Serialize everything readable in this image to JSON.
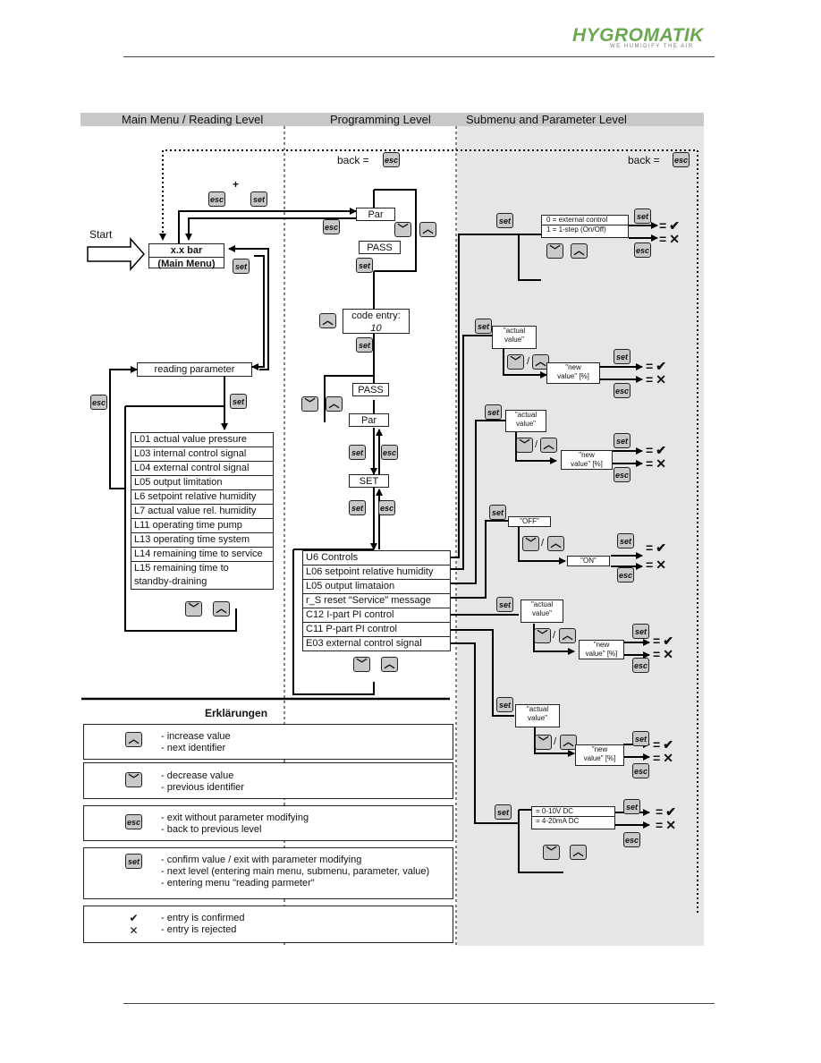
{
  "brand": {
    "name": "HYGROMATIK",
    "tagline": "WE HUMIDIFY THE AIR"
  },
  "columns": [
    "Main Menu / Reading Level",
    "Programming Level",
    "Submenu and Parameter Level"
  ],
  "buttons": {
    "esc": "esc",
    "set": "set",
    "plus": "+",
    "up": "︿",
    "down": "﹀",
    "slash": "/"
  },
  "nav": {
    "back_label": "back =",
    "start_label": "Start"
  },
  "main": {
    "bar_value": "x.x bar",
    "bar_caption": "(Main Menu)",
    "reading_parameter": "reading parameter",
    "reading_items": [
      "L01 actual value pressure",
      "L03 internal control signal",
      "L04 external control signal",
      "L05 output limitation",
      "L6 setpoint relative humidity",
      "L7 actual value rel. humidity",
      "L11 operating time pump",
      "L13 operating time system",
      "L14 remaining time to service",
      "L15 remaining time to\nstandby-draining"
    ]
  },
  "programming": {
    "par": "Par",
    "pass": "PASS",
    "code_entry": "code entry:",
    "code_value": "10",
    "set": "SET",
    "items": [
      "U6 Controls",
      "L06 setpoint relative humidity",
      "L05 output limataion",
      "r_S reset \"Service\" message",
      "C12 I-part PI control",
      "C11 P-part PI control",
      "E03 external control signal"
    ]
  },
  "submenu": {
    "u6_options": [
      "0 = external control",
      "1 = 1-step (On/Off)"
    ],
    "actual_value": "\"actual\nvalue\"",
    "new_value": "\"new\nvalue\" [%]",
    "off": "\"OFF\"",
    "on": "\"ON\"",
    "e03_options": [
      "= 0-10V DC",
      "= 4-20mA DC"
    ],
    "confirm_eq": "=",
    "check": "✔",
    "cross": "✕"
  },
  "legend": {
    "title": "Erklärungen",
    "rows": [
      {
        "icon": "up",
        "text": "- increase value\n- next identifier"
      },
      {
        "icon": "down",
        "text": "- decrease value\n- previous identifier"
      },
      {
        "icon": "esc",
        "text": "- exit without parameter modifying\n- back to previous level"
      },
      {
        "icon": "set",
        "text": "- confirm value / exit with parameter modifying\n- next level (entering main menu, submenu, parameter, value)\n- entering menu \"reading parmeter\""
      },
      {
        "icon": "check",
        "text": "- entry is confirmed\n- entry is rejected"
      }
    ]
  }
}
